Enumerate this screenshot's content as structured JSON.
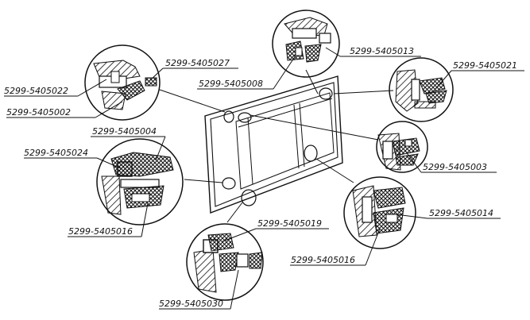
{
  "diagram": {
    "colors": {
      "ink": "#111111",
      "background": "#ffffff",
      "hatch": "#111111"
    },
    "labels": [
      {
        "id": "lbl-5405022",
        "text": "5299-5405022"
      },
      {
        "id": "lbl-5405002",
        "text": "5299-5405002"
      },
      {
        "id": "lbl-5405027",
        "text": "5299-5405027"
      },
      {
        "id": "lbl-5405008",
        "text": "5299-5405008"
      },
      {
        "id": "lbl-5405013",
        "text": "5299-5405013"
      },
      {
        "id": "lbl-5405021",
        "text": "5299-5405021"
      },
      {
        "id": "lbl-5405004",
        "text": "5299-5405004"
      },
      {
        "id": "lbl-5405024",
        "text": "5299-5405024"
      },
      {
        "id": "lbl-5405003",
        "text": "5299-5405003"
      },
      {
        "id": "lbl-5405014",
        "text": "5299-5405014"
      },
      {
        "id": "lbl-5405016a",
        "text": "5299-5405016"
      },
      {
        "id": "lbl-5405019",
        "text": "5299-5405019"
      },
      {
        "id": "lbl-5405016b",
        "text": "5299-5405016"
      },
      {
        "id": "lbl-5405030",
        "text": "5299-5405030"
      }
    ]
  }
}
